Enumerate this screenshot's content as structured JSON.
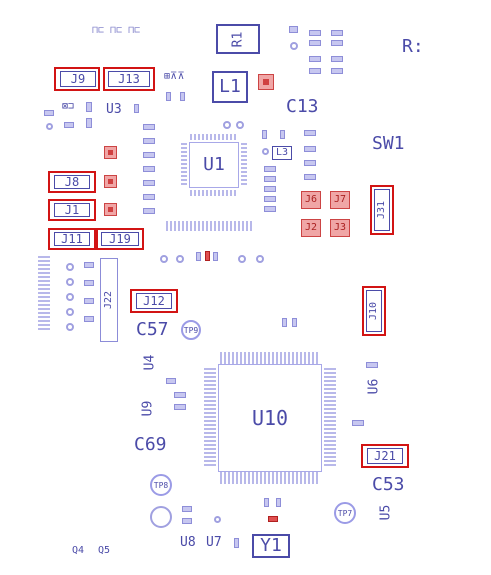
{
  "components": {
    "J9": "J9",
    "J13": "J13",
    "J8": "J8",
    "J1": "J1",
    "J11": "J11",
    "J19": "J19",
    "J12": "J12",
    "J22": "J22",
    "J31": "J31",
    "J10": "J10",
    "J21": "J21",
    "J6": "J6",
    "J7": "J7",
    "J2": "J2",
    "J3": "J3",
    "U1": "U1",
    "U3": "U3",
    "U4": "U4",
    "U5": "U5",
    "U6": "U6",
    "U7": "U7",
    "U8": "U8",
    "U9": "U9",
    "U10": "U10",
    "L1": "L1",
    "L3": "L3",
    "C13": "C13",
    "C57": "C57",
    "C69": "C69",
    "C53": "C53",
    "SW1": "SW1",
    "Y1": "Y1",
    "R1": "R1",
    "R_edge": "R:",
    "TP9": "TP9",
    "TP8": "TP8",
    "TP7": "TP7",
    "Q_partial_1": "Q4",
    "Q_partial_2": "Q5"
  },
  "highlight_color": "#d21414",
  "silk_color": "#4b4ba8",
  "pad_color": "#c7c7f0"
}
